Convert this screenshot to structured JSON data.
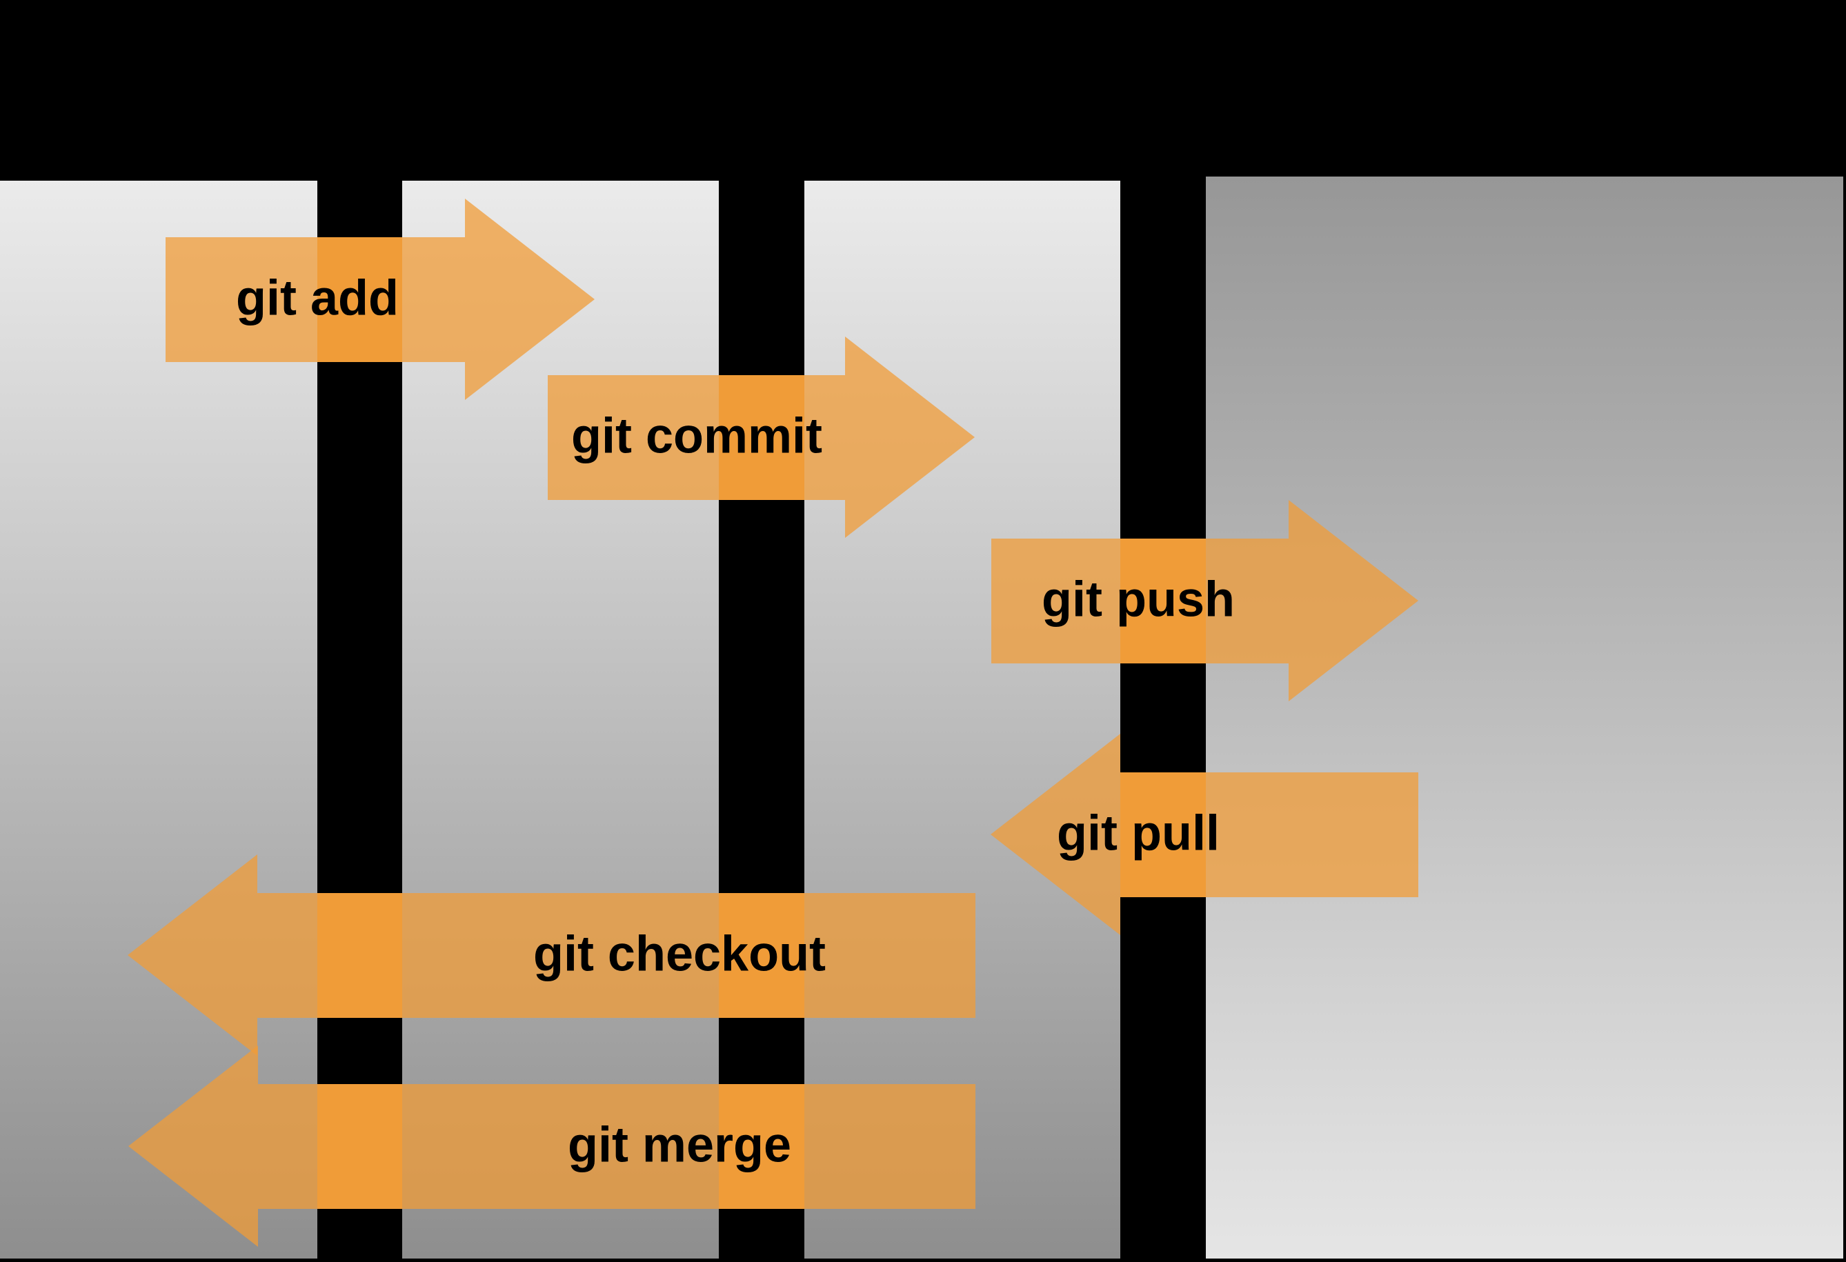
{
  "colors": {
    "background": "#000000",
    "column_gradient_top": "#ebebeb",
    "column_gradient_bottom": "#8e8e8e",
    "remote_column_gradient_top": "#979797",
    "remote_column_gradient_bottom": "#e5e5e5",
    "arrow_translucent": "rgba(240,156,56,0.75)",
    "arrow_solid": "#f09c38",
    "label_text": "#000000"
  },
  "arrows": [
    {
      "label": "git add",
      "direction": "right"
    },
    {
      "label": "git commit",
      "direction": "right"
    },
    {
      "label": "git push",
      "direction": "right"
    },
    {
      "label": "git pull",
      "direction": "left"
    },
    {
      "label": "git checkout",
      "direction": "left"
    },
    {
      "label": "git merge",
      "direction": "left"
    }
  ]
}
